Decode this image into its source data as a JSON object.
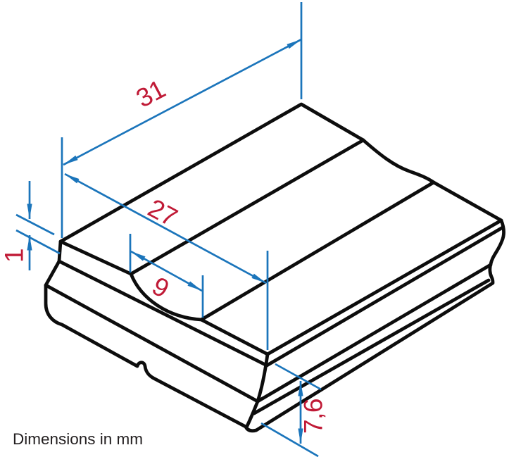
{
  "drawing": {
    "labels": {
      "dim31": "31",
      "dim27": "27",
      "dim9": "9",
      "dim1": "1",
      "dim76": "7,6"
    },
    "note": "Dimensions in mm",
    "dimensions_mm": {
      "length": 31,
      "width": 27,
      "groove_width": 9,
      "top_step": 1,
      "height": 7.6
    },
    "colors": {
      "dimension_lines": "#1b75bb",
      "dimension_labels": "#c01a36",
      "part_lines": "#0d0d0d"
    }
  }
}
